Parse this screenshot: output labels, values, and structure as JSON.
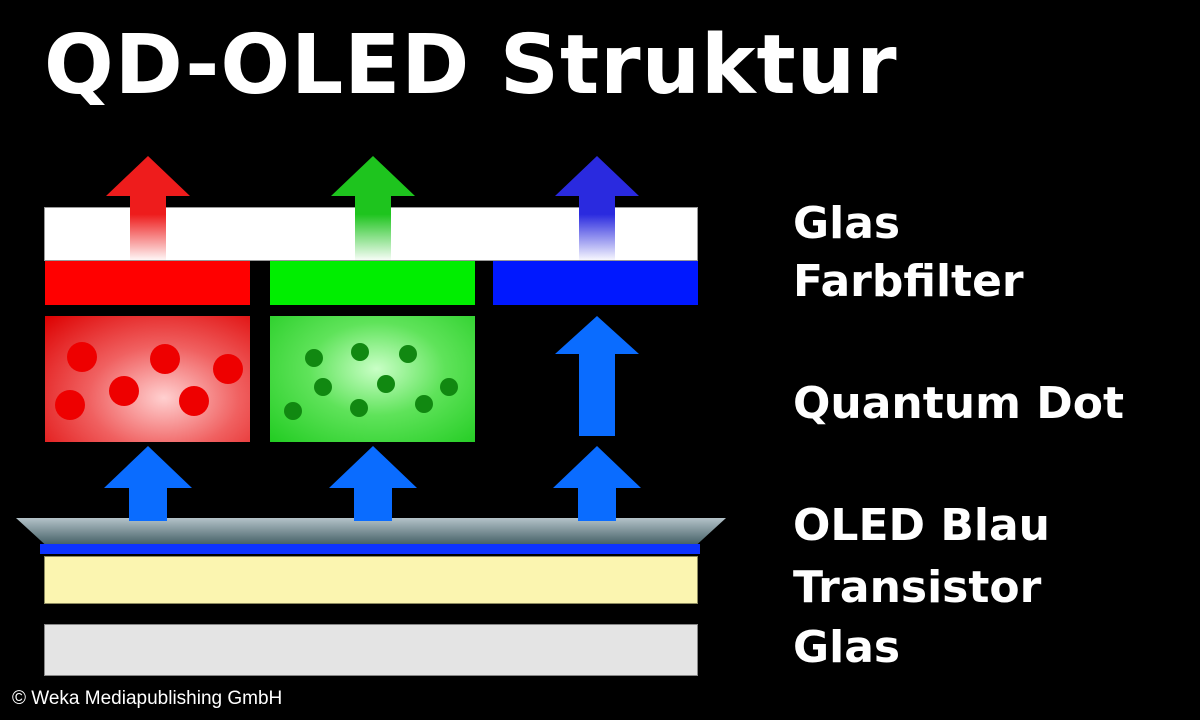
{
  "title": "QD-OLED Struktur",
  "labels": {
    "glas_top": "Glas",
    "farbfilter": "Farbfilter",
    "quantum_dot": "Quantum Dot",
    "oled_blau": "OLED Blau",
    "transistor": "Transistor",
    "glas_bottom": "Glas"
  },
  "copyright": "© Weka Mediapublishing GmbH",
  "colors": {
    "red": "#ff0000",
    "green": "#00ee00",
    "blue": "#0018ff",
    "arrow_blue": "#0a6cff"
  }
}
